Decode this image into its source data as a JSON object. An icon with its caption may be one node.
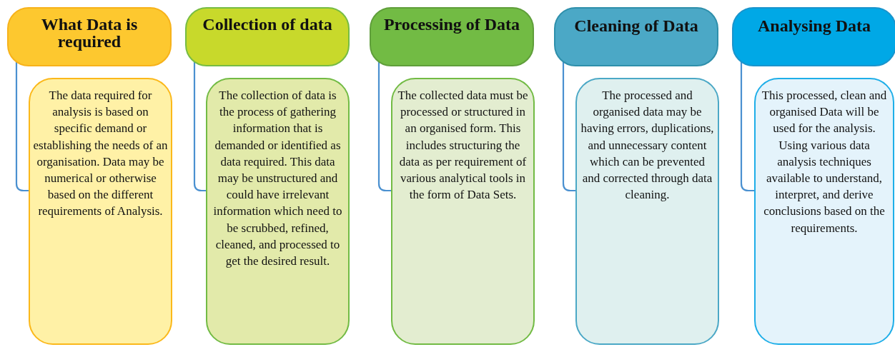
{
  "diagram": {
    "nodes": [
      {
        "text": [
          "What Data is required"
        ]
      },
      {
        "text": [
          "Collection of data"
        ]
      },
      {
        "text": [
          "Processing of Data"
        ]
      },
      {
        "text": [
          "Cleaning of Data"
        ]
      },
      {
        "text": [
          "Analysing Data"
        ]
      },
      {
        "text": [
          "The data required for analysis is based on specific demand or establishing the needs of an organisation. Data may be numerical or otherwise based on the different requirements of Analysis."
        ]
      },
      {
        "text": [
          "The collection of data is the process of gathering information that is demanded or identified as data required. This data may be unstructured and could have irrelevant information which need to be scrubbed, refined, cleaned, and processed to get the desired result."
        ]
      },
      {
        "text": [
          "The collected data must be processed or structured in an organised form. This includes structuring the data as per requirement of various analytical tools in the form of Data Sets."
        ]
      },
      {
        "text": [
          "The processed and organised data may be having errors, duplications, and unnecessary content which can be prevented and corrected through data cleaning."
        ]
      },
      {
        "text": [
          "This processed, clean and organised Data will be used for the analysis. Using various data analysis techniques available to understand, interpret, and derive conclusions based on the requirements."
        ]
      }
    ],
    "edges": [
      {
        "from": 0,
        "to": 5,
        "arrow": "none"
      },
      {
        "from": 1,
        "to": 6,
        "arrow": "none"
      },
      {
        "from": 2,
        "to": 7,
        "arrow": "none"
      },
      {
        "from": 3,
        "to": 8,
        "arrow": "none"
      },
      {
        "from": 4,
        "to": 9,
        "arrow": "none"
      }
    ]
  }
}
